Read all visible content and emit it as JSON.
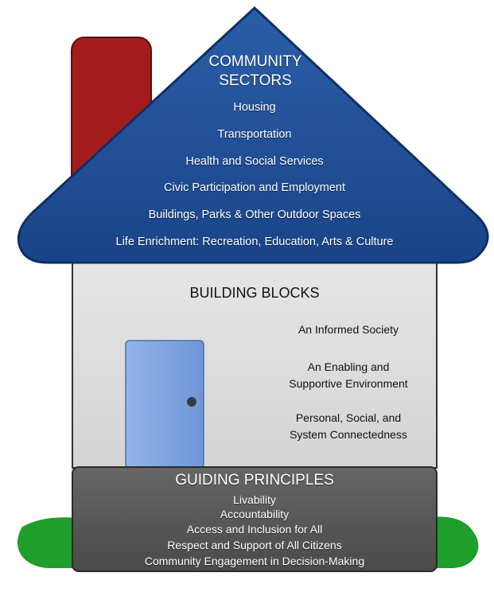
{
  "roof": {
    "title_line1": "COMMUNITY",
    "title_line2": "SECTORS",
    "items": [
      "Housing",
      "Transportation",
      "Health and Social Services",
      "Civic Participation and Employment",
      "Buildings, Parks & Other Outdoor Spaces",
      "Life Enrichment: Recreation, Education, Arts & Culture"
    ]
  },
  "walls": {
    "title": "BUILDING BLOCKS",
    "items": [
      {
        "line1": "An Informed Society",
        "line2": ""
      },
      {
        "line1": "An Enabling and",
        "line2": "Supportive Environment"
      },
      {
        "line1": "Personal, Social, and",
        "line2": "System Connectedness"
      }
    ]
  },
  "foundation": {
    "title": "GUIDING PRINCIPLES",
    "items": [
      "Livability",
      "Accountability",
      "Access and Inclusion for All",
      "Respect and Support of  All Citizens",
      "Community Engagement in Decision-Making"
    ]
  },
  "colors": {
    "roof": "#1f4e96",
    "chimney": "#a51c1c",
    "walls": "#dcdcdc",
    "foundation": "#555555",
    "door": "#7fa3e0",
    "grass": "#1e9e2a"
  }
}
